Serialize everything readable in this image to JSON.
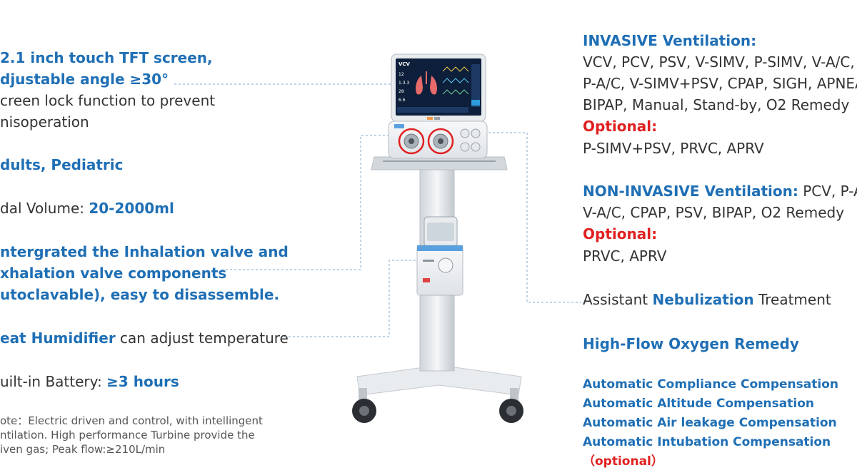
{
  "left": {
    "screen_line1": "2.1 inch touch TFT screen,",
    "screen_line2": "djustable angle ≥30°",
    "lock_line1": "creen lock function to prevent",
    "lock_line2": "nisoperation",
    "patients": "dults, Pediatric",
    "tidal_label": "dal Volume: ",
    "tidal_value": "20-2000ml",
    "valve_line1": "ntergrated the Inhalation valve and",
    "valve_line2": "xhalation valve components",
    "valve_line3": "utoclavable), easy to disassemble.",
    "humid_bold": "eat Humidifier",
    "humid_rest": " can adjust temperature",
    "battery_label": "uilt-in Battery: ",
    "battery_value": "≥3 hours",
    "note_line1": "ote：Electric driven and control, with intellingent",
    "note_line2": "ntilation. High performance Turbine provide the",
    "note_line3": "iven gas; Peak flow:≥210L/min"
  },
  "right": {
    "invasive_title": "INVASIVE Ventilation:",
    "invasive_line1": "VCV, PCV, PSV, V-SIMV, P-SIMV, V-A/C,",
    "invasive_line2": "P-A/C, V-SIMV+PSV, CPAP, SIGH, APNEA,",
    "invasive_line3": "BIPAP, Manual, Stand-by, O2 Remedy",
    "optional1": "Optional:",
    "optional1_modes": "P-SIMV+PSV, PRVC, APRV",
    "noninvasive_title": "NON-INVASIVE Ventilation:",
    "noninvasive_line1": " PCV, P-A/C,",
    "noninvasive_line2": "V-A/C, CPAP, PSV, BIPAP, O2 Remedy",
    "optional2": "Optional:",
    "optional2_modes": "PRVC, APRV",
    "nebu_pre": "Assistant ",
    "nebu_bold": "Nebulization",
    "nebu_post": " Treatment",
    "highflow": "High-Flow Oxygen Remedy",
    "comp1": "Automatic Compliance Compensation",
    "comp2": "Automatic Altitude Compensation",
    "comp3": "Automatic Air leakage Compensation",
    "comp4": "Automatic Intubation Compensation",
    "comp4_optional": "（optional）"
  },
  "screen": {
    "mode": "VCV",
    "values": [
      "12",
      "1.3.3",
      "28",
      "6.6"
    ]
  },
  "colors": {
    "accent_blue": "#1f6fb5",
    "optional_red": "#e02020",
    "text_dark": "#333333"
  }
}
